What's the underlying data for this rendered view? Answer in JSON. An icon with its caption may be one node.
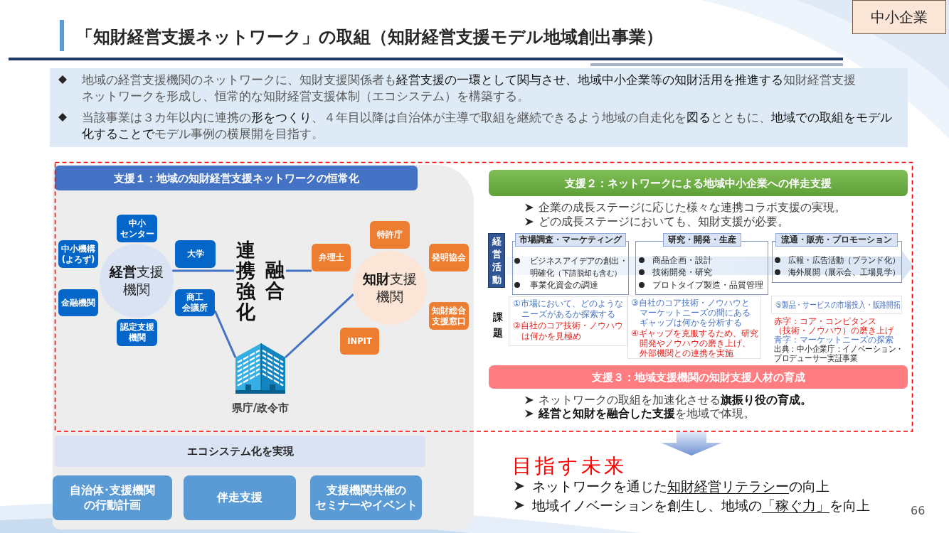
{
  "diagram": {
    "title": "「知財経営支援ネットワーク」の取組（知財経営支援モデル地域創出事業）",
    "nodes": [
      {
        "text": [
          "中小企業"
        ]
      },
      {
        "text": [
          "地域の経営支援機関のネットワークに、知財支援関係者も経営支援の一環として関与させ、地域中小企業等の知財活用を推進する知財経営支援ネットワークを形成し、恒常的な知財経営支援体制（エコシステム）を構築する。",
          "当該事業は３カ年以内に連携の形をつくり、４年目以降は自治体が主導で取組を継続できるよう地域の自走化を図るとともに、地域での取組をモデル化することでモデル事例の横展開を目指す。"
        ]
      },
      {
        "text": [
          "支援１：地域の知財経営支援ネットワークの恒常化"
        ]
      },
      {
        "text": [
          "**経営**支援機関"
        ],
        "in": 2
      },
      {
        "text": [
          "中小センター"
        ],
        "in": 2
      },
      {
        "text": [
          "中小機構(よろず)"
        ],
        "in": 2
      },
      {
        "text": [
          "大学"
        ],
        "in": 2
      },
      {
        "text": [
          "金融機関"
        ],
        "in": 2
      },
      {
        "text": [
          "商工会議所"
        ],
        "in": 2
      },
      {
        "text": [
          "認定支援機関"
        ],
        "in": 2
      },
      {
        "text": [
          "連携強化"
        ],
        "in": 2
      },
      {
        "text": [
          "融合"
        ],
        "in": 2
      },
      {
        "text": [
          "**知財**支援機関"
        ],
        "in": 2
      },
      {
        "text": [
          "特許庁"
        ],
        "in": 2
      },
      {
        "text": [
          "弁理士"
        ],
        "in": 2
      },
      {
        "text": [
          "発明協会"
        ],
        "in": 2
      },
      {
        "text": [
          "INPIT"
        ],
        "in": 2
      },
      {
        "text": [
          "知財総合支援窓口"
        ],
        "in": 2
      },
      {
        "text": [],
        "shape": "picture",
        "beside": [
          "県庁/政令市"
        ],
        "in": 2
      },
      {
        "text": [
          "エコシステム化を実現"
        ],
        "in": 2
      },
      {
        "text": [
          "自治体･支援機関の行動計画"
        ],
        "in": 2
      },
      {
        "text": [
          "伴走支援"
        ],
        "in": 2
      },
      {
        "text": [
          "支援機関共催のセミナーやイベント"
        ],
        "in": 2
      },
      {
        "text": [
          "支援２：ネットワークによる地域中小企業への伴走支援"
        ],
        "beside": [
          "企業の成長ステージに応じた様々な連携コラボ支援の実現。",
          "どの成長ステージにおいても、知財支援が必要。"
        ]
      },
      {
        "text": [
          "経営活動"
        ]
      },
      {
        "text": [
          "市場調査・マーケティング",
          "ビジネスアイデアの創出・明確化（下請脱却も含む）",
          "事業化資金の調達"
        ]
      },
      {
        "text": [
          "研究・開発・生産",
          "商品企画・設計",
          "技術開発・研究",
          "プロトタイプ製造・品質管理"
        ]
      },
      {
        "text": [
          "流通・販売・プロモーション",
          "広報・広告活動（ブランド化）",
          "海外展開（展示会、工場見学）"
        ]
      },
      {
        "text": [
          "①市場において、どのようなニーズがあるか探索する",
          "②自社のコア技術・ノウハウは何かを見極め"
        ]
      },
      {
        "text": [
          "③自社のコア技術・ノウハウとマーケットニーズの間にあるギャップは何かを分析する",
          "④ギャップを克服するため、研究開発やノウハウの磨き上げ、外部機関との連携を実施"
        ]
      },
      {
        "text": [
          "⑤製品・サービスの市場投入・販路開拓"
        ]
      },
      {
        "text": [
          "支援３：地域支援機関の知財支援人材の育成"
        ],
        "beside": [
          "ネットワークの取組を加速化させる**旗振り役の育成。**",
          "**経営と知財を融合した支援**を地域で体現。"
        ]
      },
      {
        "text": [
          "目指す未来",
          "ネットワークを通じた知財経営リテラシーの向上",
          "地域イノベーションを創生し、地域の「稼ぐ力」を向上"
        ]
      }
    ],
    "edges": [
      {
        "from": 3,
        "to": 10,
        "arrow": "none"
      },
      {
        "from": 11,
        "to": 14,
        "arrow": "none"
      },
      {
        "from": 8,
        "to": 18,
        "arrow": "none"
      },
      {
        "from": 12,
        "to": 18,
        "arrow": "none"
      },
      {
        "from": null,
        "to": 32,
        "arrow": "to",
        "style": "thick",
        "color": "#6f93d3"
      }
    ],
    "labels": [
      "課題",
      "赤字：コア・コンピタンス（技術・ノウハウ）の磨き上げ",
      "青字：マーケットニーズの探索",
      "出典：中小企業庁：イノベーション・プロデューサー実証事業",
      "66"
    ]
  }
}
